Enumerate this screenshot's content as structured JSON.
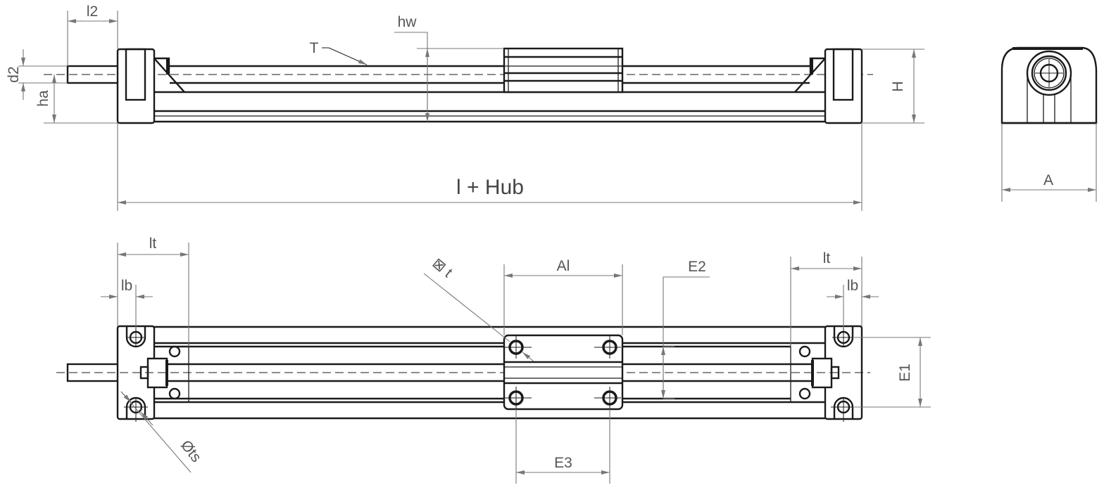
{
  "drawing": {
    "title": "Linear actuator dimension drawing",
    "colors": {
      "outline": "#1a1a1a",
      "dimension": "#777777",
      "label": "#555555",
      "background": "#ffffff"
    },
    "views": {
      "side_view": {
        "labels": {
          "l2": "l2",
          "d2": "d2",
          "ha": "ha",
          "T": "T",
          "hw": "hw",
          "H": "H",
          "total_length": "l + Hub"
        }
      },
      "end_view": {
        "labels": {
          "A": "A"
        }
      },
      "top_view": {
        "labels": {
          "lt_left": "lt",
          "lb_left": "lb",
          "lt_right": "lt",
          "lb_right": "lb",
          "Al": "Al",
          "E2": "E2",
          "E1": "E1",
          "E3": "E3",
          "ts": "Øts",
          "t": "⊠ t"
        }
      }
    }
  }
}
